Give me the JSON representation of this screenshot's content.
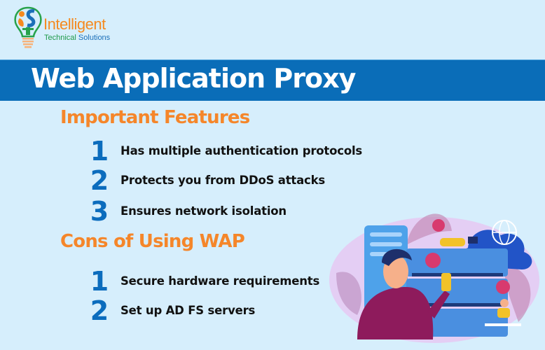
{
  "logo": {
    "brand": "Intelligent",
    "tagline_part1": "Technical",
    "tagline_part2": "Solutions"
  },
  "banner": {
    "title": "Web Application Proxy",
    "color": "#0a6db8"
  },
  "features": {
    "title": "Important Features",
    "items": [
      {
        "number": "1",
        "text": "Has multiple authentication protocols"
      },
      {
        "number": "2",
        "text": "Protects you from DDoS attacks"
      },
      {
        "number": "3",
        "text": "Ensures network isolation"
      }
    ]
  },
  "cons": {
    "title": "Cons of Using WAP",
    "items": [
      {
        "number": "1",
        "text": "Secure hardware requirements"
      },
      {
        "number": "2",
        "text": "Set up AD FS servers"
      }
    ]
  },
  "colors": {
    "background": "#d6eefc",
    "accent_orange": "#f5862a",
    "number_blue": "#0b6cbd"
  },
  "illustration": {
    "description": "server-stack-cloud-users-illustration"
  }
}
